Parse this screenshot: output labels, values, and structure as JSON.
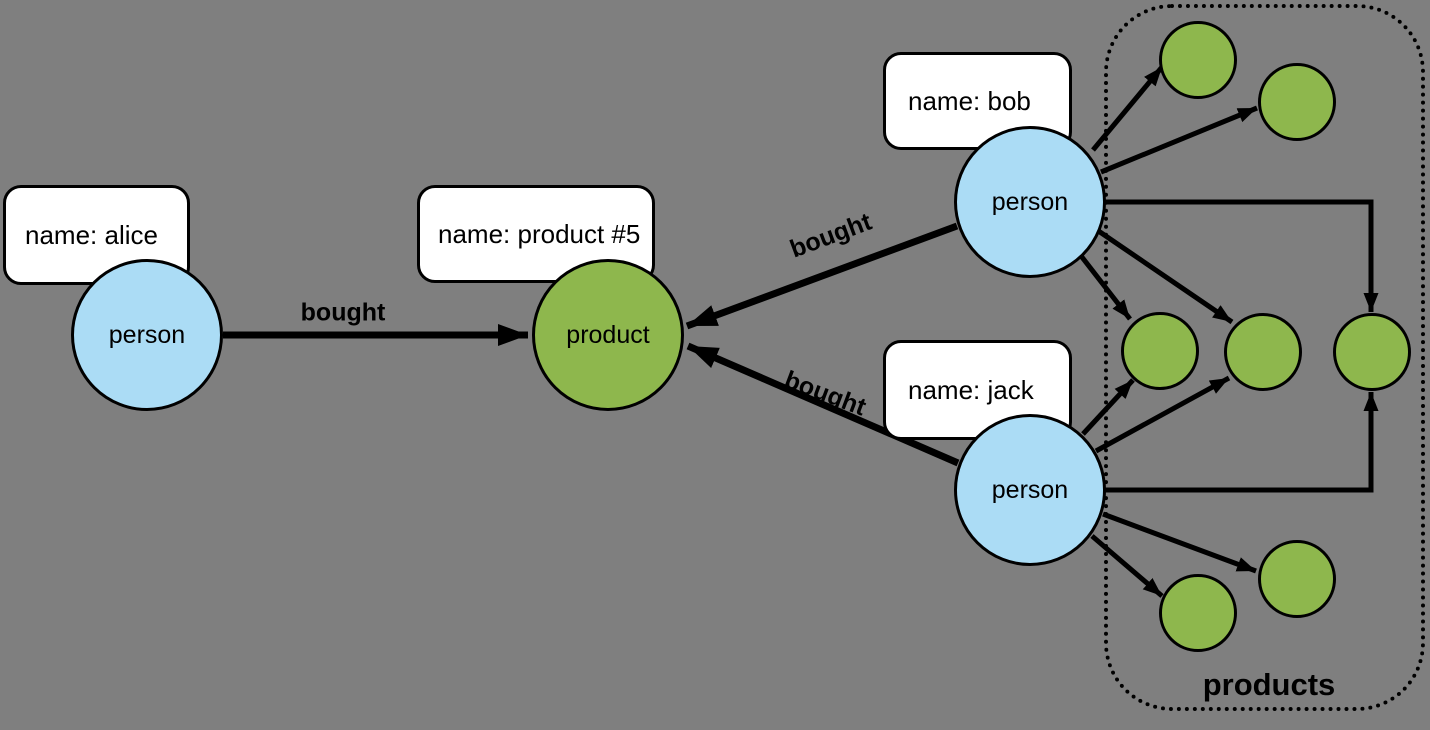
{
  "diagram": {
    "background_color": "#7F7F7F",
    "person_node_color": "#ABDCF5",
    "product_node_color": "#8EB74D",
    "nodes": {
      "alice": {
        "type_label": "person",
        "property_label": "name: alice"
      },
      "bob": {
        "type_label": "person",
        "property_label": "name: bob"
      },
      "jack": {
        "type_label": "person",
        "property_label": "name: jack"
      },
      "product5": {
        "type_label": "product",
        "property_label": "name: product #5"
      }
    },
    "edges": {
      "alice_product": {
        "label": "bought"
      },
      "bob_product": {
        "label": "bought"
      },
      "jack_product": {
        "label": "bought"
      }
    },
    "products_group": {
      "label": "products",
      "product_count": 7
    }
  }
}
